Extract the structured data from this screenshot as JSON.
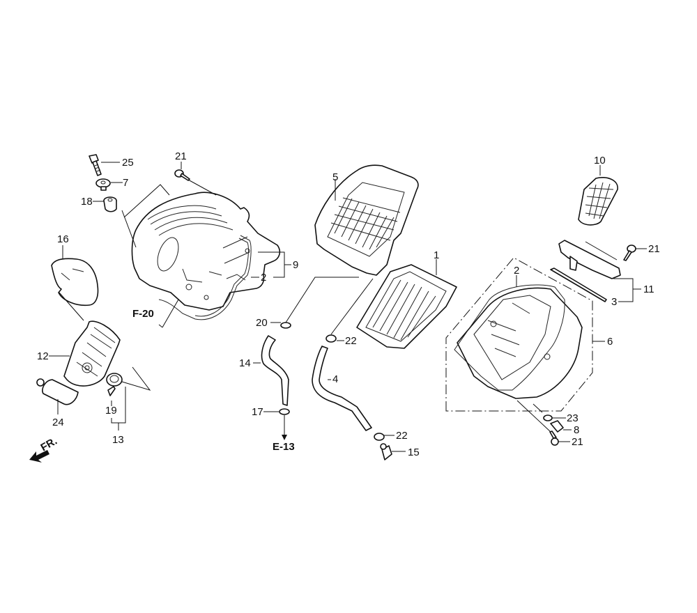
{
  "diagram": {
    "title": "Air cleaner exploded parts diagram",
    "callouts": {
      "p25": "25",
      "p7": "7",
      "p18": "18",
      "p21a": "21",
      "p9": "9",
      "p2a": "2",
      "p16": "16",
      "p12": "12",
      "p24": "24",
      "p19": "19",
      "p13": "13",
      "p5": "5",
      "p1": "1",
      "p20": "20",
      "p14": "14",
      "p17": "17",
      "p22a": "22",
      "p4": "4",
      "p22b": "22",
      "p15": "15",
      "p10": "10",
      "p21b": "21",
      "p11": "11",
      "p3": "3",
      "p2b": "2",
      "p6": "6",
      "p23": "23",
      "p8": "8",
      "p21c": "21"
    },
    "references": {
      "f20": "F-20",
      "e13": "E-13"
    },
    "orientation": {
      "label": "FR.",
      "icon": "front-direction-arrow-icon"
    }
  }
}
